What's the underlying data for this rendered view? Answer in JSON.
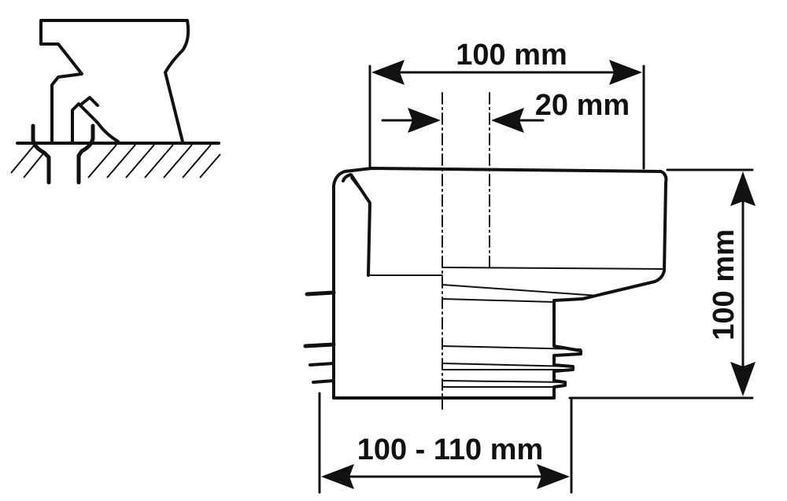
{
  "dimensions": {
    "top_width": "100 mm",
    "offset": "20 mm",
    "height": "100 mm",
    "bottom_width": "100 - 110 mm"
  },
  "icons": {
    "toilet": "toilet-side-view-icon"
  },
  "colors": {
    "line": "#111111",
    "background": "#ffffff"
  }
}
